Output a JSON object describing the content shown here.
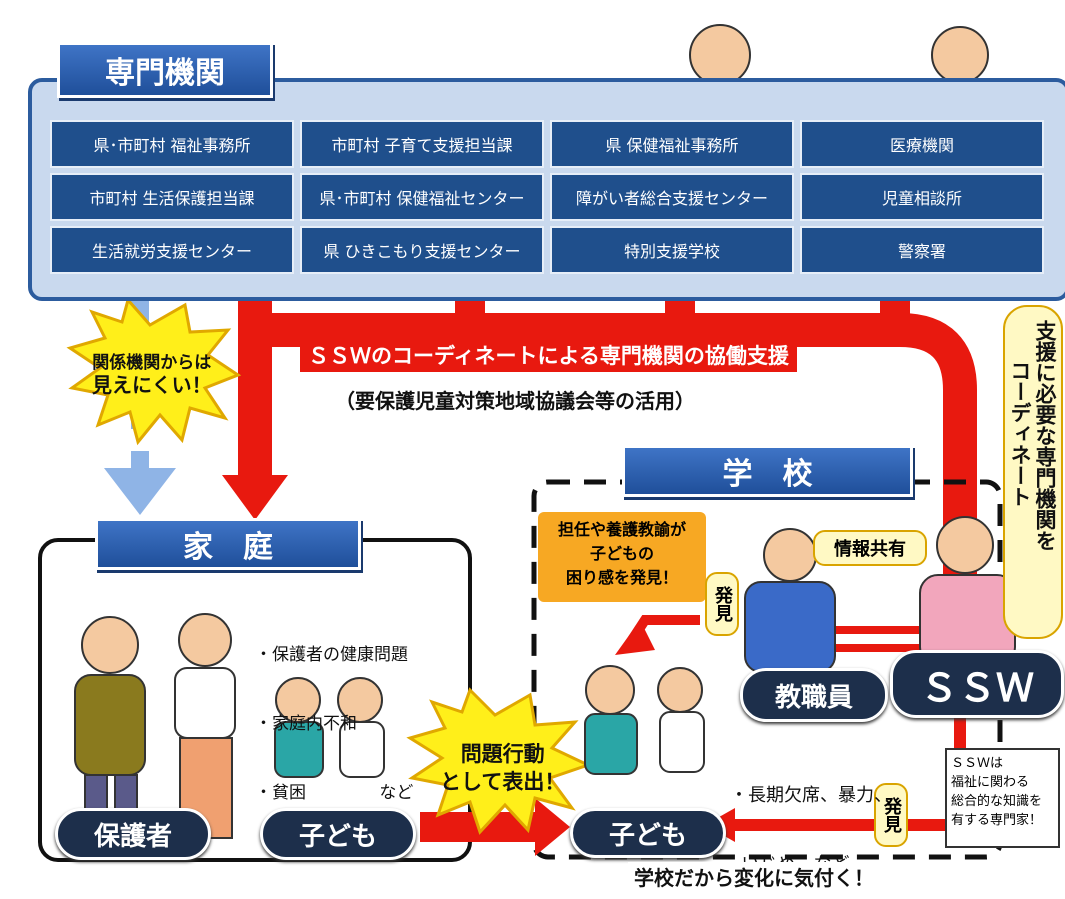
{
  "specialists": {
    "title": "専門機関",
    "organizations": [
      "県･市町村 福祉事務所",
      "市町村 子育て支援担当課",
      "県 保健福祉事務所",
      "医療機関",
      "市町村 生活保護担当課",
      "県･市町村 保健福祉センター",
      "障がい者総合支援センター",
      "児童相談所",
      "生活就労支援センター",
      "県 ひきこもり支援センター",
      "特別支援学校",
      "警察署"
    ]
  },
  "coordination": {
    "main": "ＳＳＷのコーディネートによる専門機関の協働支援",
    "sub": "（要保護児童対策地域協議会等の活用）",
    "vertical_lines": [
      "支援に必要な専門機関を",
      "コーディネート"
    ]
  },
  "burst_left": [
    "関係機関からは",
    "見えにくい！"
  ],
  "home": {
    "title": "家　庭",
    "issues": [
      "・保護者の健康問題",
      "・家庭内不和",
      "・貧困　　　　 など"
    ],
    "guardian_label": "保護者",
    "child_label": "子ども"
  },
  "burst_center": [
    "問題行動",
    "として表出！"
  ],
  "school": {
    "title": "学　校",
    "notice_lines": [
      "担任や養護教諭が",
      "子どもの",
      "困り感を発見！"
    ],
    "info_share": "情報共有",
    "discover_top": "発見",
    "discover_bottom": "発見",
    "staff_label": "教職員",
    "ssw_label": "ＳＳＷ",
    "child_label": "子ども",
    "child_issues": [
      "・長期欠席、暴力、",
      "  いじめ　など"
    ],
    "ssw_note": [
      "ＳＳＷは",
      "福祉に関わる",
      "総合的な知識を",
      "有する専門家！"
    ],
    "footer": "学校だから変化に気付く！"
  },
  "colors": {
    "accent_red": "#e8190f",
    "panel_blue": "#1f4f8c",
    "burst_yellow": "#ffef1a"
  }
}
